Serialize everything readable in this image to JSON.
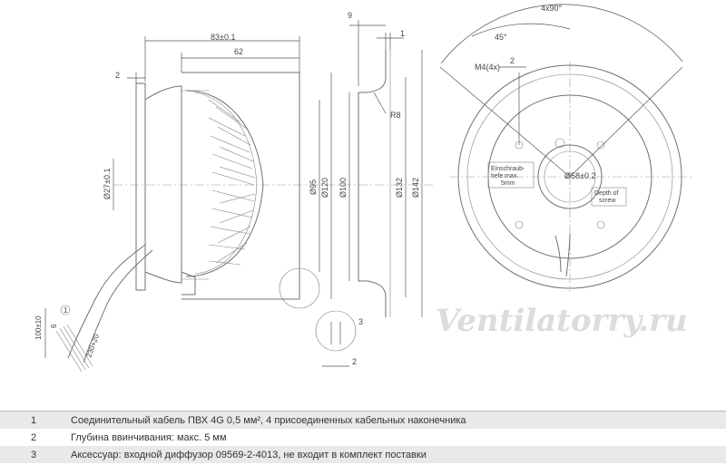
{
  "dimensions": {
    "d83": "83±0.1",
    "d62": "62",
    "d2_left": "2",
    "d9": "9",
    "d1": "1",
    "d4x90": "4x90°",
    "d45": "45°",
    "m4": "M4(4x)",
    "d2_m4": "2",
    "r8": "R8",
    "d27": "Ø27±0.1",
    "d95": "Ø95",
    "d120": "Ø120",
    "d100": "Ø100",
    "d132": "Ø132",
    "d142": "Ø142",
    "d58": "Ø58±0.2",
    "cable_100": "100±10",
    "cable_6": "6",
    "cable_230": "230+20",
    "d2_bottom": "2",
    "callout1": "1",
    "callout3": "3",
    "callout2": "2"
  },
  "labels": {
    "einschraub": "Einschraub-",
    "tiefe": "tiefe max.",
    "mm5": "5mm",
    "depth1": "Depth of",
    "depth2": "screw"
  },
  "watermark": "Ventilatorry.ru",
  "notes": [
    {
      "num": "1",
      "text": "Соединительный кабель ПВХ 4G 0,5 мм², 4 присоединенных кабельных наконечника"
    },
    {
      "num": "2",
      "text": "Глубина ввинчивания: макс. 5 мм"
    },
    {
      "num": "3",
      "text": "Аксессуар: входной диффузор 09569-2-4013, не входит в комплект поставки"
    }
  ]
}
